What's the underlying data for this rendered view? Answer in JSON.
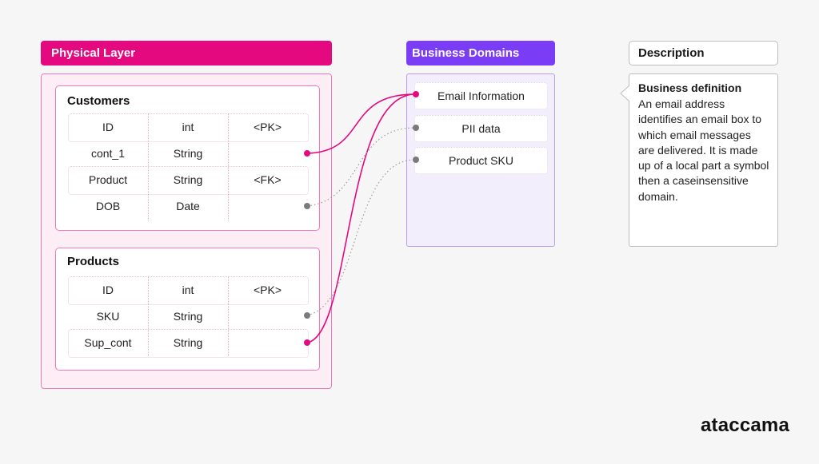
{
  "physical_layer": {
    "title": "Physical Layer",
    "tables": [
      {
        "name": "Customers",
        "rows": [
          {
            "col1": "ID",
            "col2": "int",
            "col3": "<PK>"
          },
          {
            "col1": "cont_1",
            "col2": "String",
            "col3": ""
          },
          {
            "col1": "Product",
            "col2": "String",
            "col3": "<FK>"
          },
          {
            "col1": "DOB",
            "col2": "Date",
            "col3": ""
          }
        ]
      },
      {
        "name": "Products",
        "rows": [
          {
            "col1": "ID",
            "col2": "int",
            "col3": "<PK>"
          },
          {
            "col1": "SKU",
            "col2": "String",
            "col3": ""
          },
          {
            "col1": "Sup_cont",
            "col2": "String",
            "col3": ""
          }
        ]
      }
    ]
  },
  "business_domains": {
    "title": "Business Domains",
    "items": [
      "Email Information",
      "PII data",
      "Product SKU"
    ]
  },
  "description": {
    "title": "Description",
    "definition_title": "Business definition",
    "definition_text": "An email address identifies an email box to which email messages are delivered. It is made up of a local part a symbol then a caseinsensitive domain."
  },
  "links": [
    {
      "from": "Customers.cont_1",
      "to": "Email Information",
      "style": "solid"
    },
    {
      "from": "Products.Sup_cont",
      "to": "Email Information",
      "style": "solid"
    },
    {
      "from": "Customers.DOB",
      "to": "PII data",
      "style": "dotted"
    },
    {
      "from": "Products.SKU",
      "to": "Product SKU",
      "style": "dotted"
    }
  ],
  "colors": {
    "physical_accent": "#e5097f",
    "business_accent": "#7a3cf5",
    "solid_link": "#e5097f",
    "dotted_link": "#7a7a7a"
  },
  "brand": "ataccama"
}
